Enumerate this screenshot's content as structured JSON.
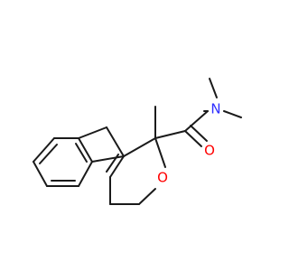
{
  "molecule": {
    "atoms": {
      "nitrogen": {
        "symbol": "N",
        "color": "#2f2fff"
      },
      "carbonyl_oxygen": {
        "symbol": "O",
        "color": "#ff0000"
      },
      "ring_oxygen": {
        "symbol": "O",
        "color": "#ff0000"
      }
    },
    "bond_color": "#1a1a1a"
  }
}
